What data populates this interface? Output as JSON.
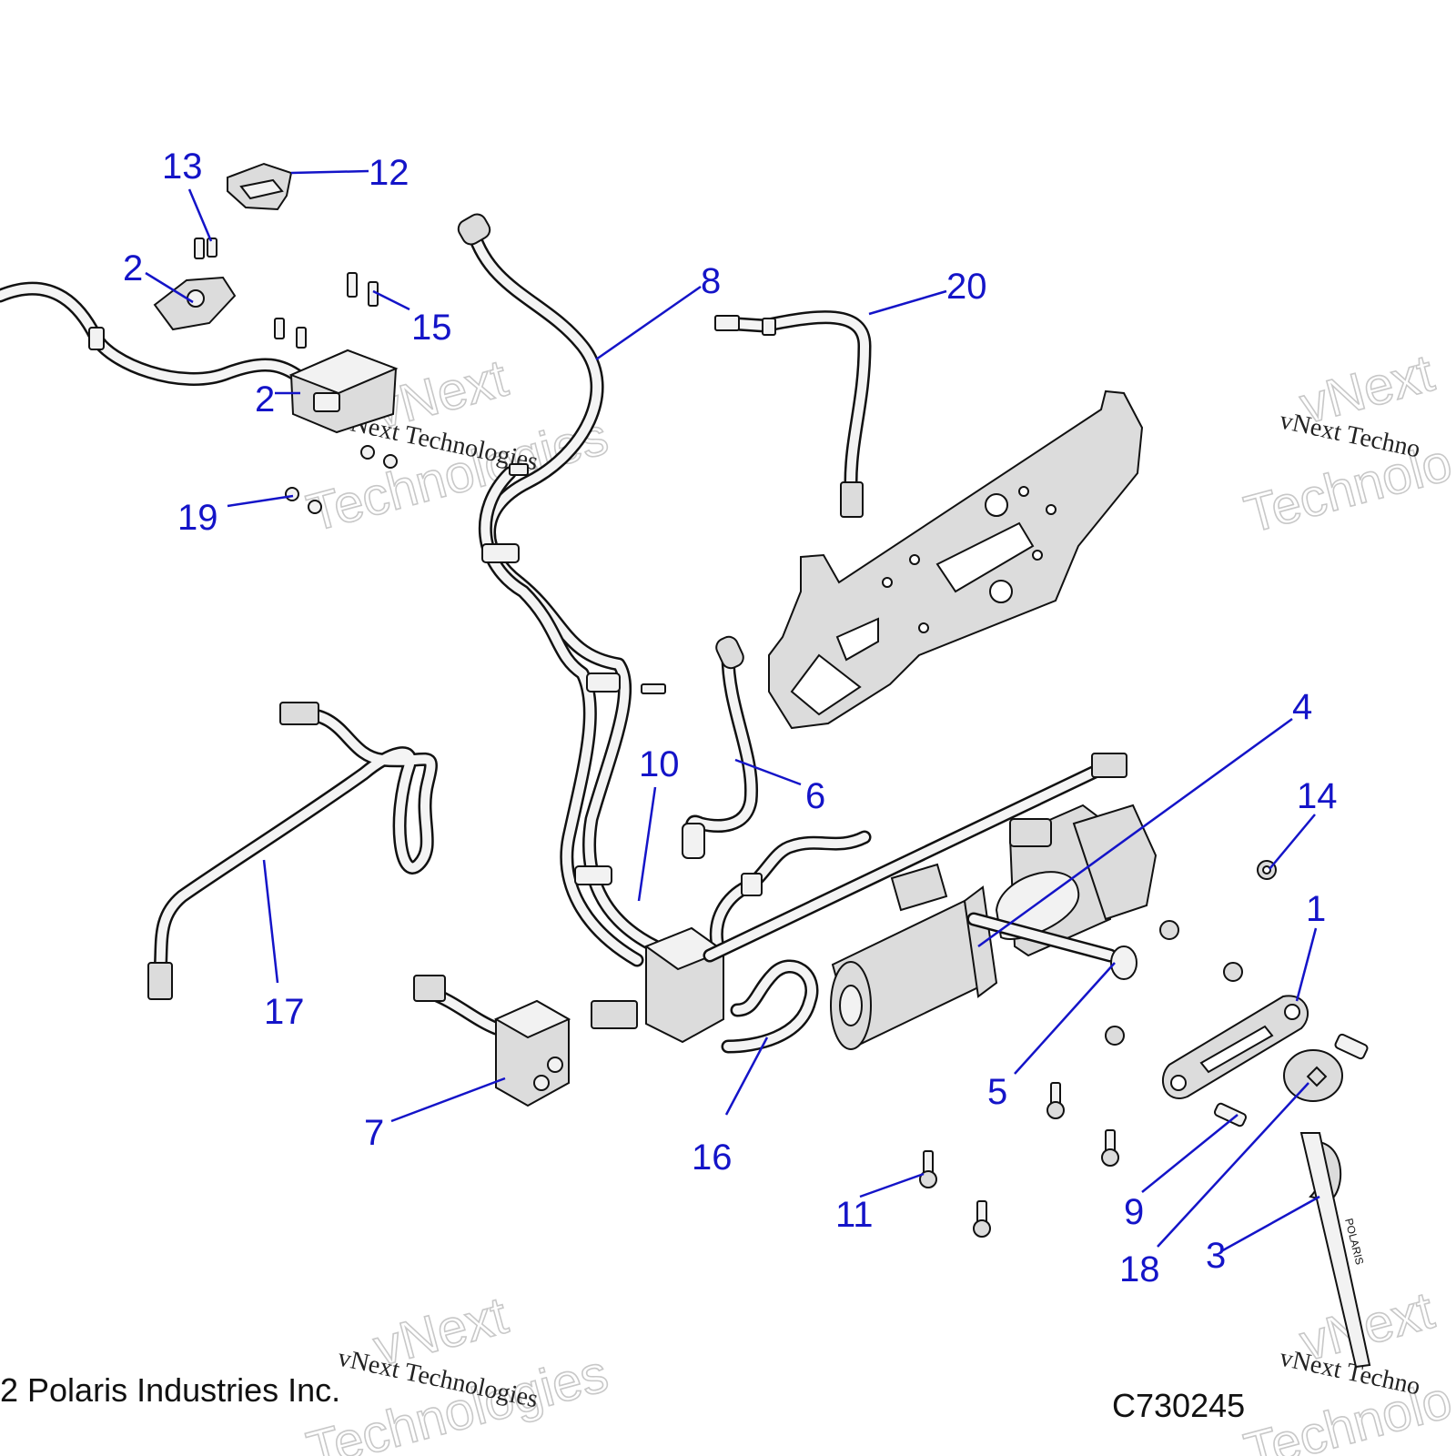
{
  "callouts": {
    "c1": "1",
    "c2a": "2",
    "c2b": "2",
    "c3": "3",
    "c4": "4",
    "c5": "5",
    "c6": "6",
    "c7": "7",
    "c8": "8",
    "c9": "9",
    "c10": "10",
    "c11": "11",
    "c12": "12",
    "c13": "13",
    "c14": "14",
    "c15": "15",
    "c16": "16",
    "c17": "17",
    "c18": "18",
    "c19": "19",
    "c20": "20"
  },
  "watermark": {
    "big_line1": "vNext",
    "big_line2": "Technologies",
    "small": "vNext Technologies",
    "small_truncated": "vNext Techno",
    "big_truncated_1": "vNext",
    "big_truncated_2": "Technolo"
  },
  "footer": {
    "copyright": "2 Polaris Industries Inc.",
    "figure_id": "C730245"
  },
  "strap_text": "POLARIS",
  "colors": {
    "callout": "#1414c8",
    "line_art": "#111111",
    "watermark": "#c8c8c8"
  }
}
